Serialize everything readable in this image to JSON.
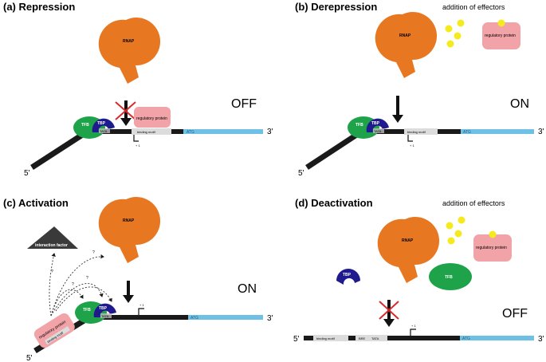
{
  "colors": {
    "rnap": "#E87722",
    "tfb": "#1FA34A",
    "tbp": "#1F1B8F",
    "regulatory": "#F2A3A7",
    "effector": "#F5EA1E",
    "coding": "#6EC1E4",
    "dna": "#1a1a1a",
    "motif": "#dcdcdc",
    "inhibit": "#D82A2A",
    "interaction": "#3a3a3a"
  },
  "panels": {
    "a": {
      "title": "(a) Repression",
      "state": "OFF"
    },
    "b": {
      "title": "(b) Derepression",
      "state": "ON",
      "effectors_label": "addition of effectors"
    },
    "c": {
      "title": "(c) Activation",
      "state": "ON"
    },
    "d": {
      "title": "(d) Deactivation",
      "state": "OFF",
      "effectors_label": "addition of effectors"
    }
  },
  "labels": {
    "rnap": "RNAP",
    "tfb": "TFB",
    "tbp": "TBP",
    "tata": "TATA",
    "bre": "BRE",
    "regulatory_protein": "regulatory protein",
    "binding_motif": "binding motif",
    "atg": "ATG",
    "plus_one": "+ 1",
    "interaction_factor": "interaction factor",
    "question": "?",
    "five_prime": "5'",
    "three_prime": "3'"
  },
  "icons": [
    "inhibition-cross-icon",
    "transcription-start-arrow-icon",
    "down-arrow-icon"
  ]
}
